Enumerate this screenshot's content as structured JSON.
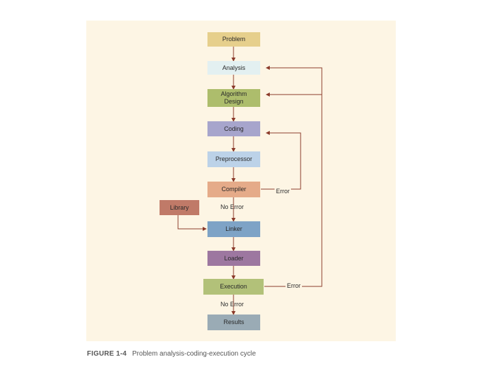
{
  "nodes": {
    "problem": {
      "label": "Problem",
      "color": "#e6cf8c"
    },
    "analysis": {
      "label": "Analysis",
      "color": "#e3f0f1"
    },
    "algorithm": {
      "label": "Algorithm\nDesign",
      "color": "#adbd6c"
    },
    "coding": {
      "label": "Coding",
      "color": "#a7a5cc"
    },
    "preprocessor": {
      "label": "Preprocessor",
      "color": "#bcd2e8"
    },
    "compiler": {
      "label": "Compiler",
      "color": "#e5ab89"
    },
    "library": {
      "label": "Library",
      "color": "#c07a68"
    },
    "linker": {
      "label": "Linker",
      "color": "#7ea3c6"
    },
    "loader": {
      "label": "Loader",
      "color": "#9d77a0"
    },
    "execution": {
      "label": "Execution",
      "color": "#b2c179"
    },
    "results": {
      "label": "Results",
      "color": "#9aabb5"
    }
  },
  "edge_labels": {
    "compiler_no_error": "No Error",
    "compiler_error": "Error",
    "execution_error": "Error",
    "execution_no_error": "No Error"
  },
  "caption": {
    "figure": "FIGURE 1-4",
    "text": "Problem analysis-coding-execution cycle"
  },
  "colors": {
    "panel": "#fdf5e4",
    "arrow": "#8b3a2a"
  }
}
